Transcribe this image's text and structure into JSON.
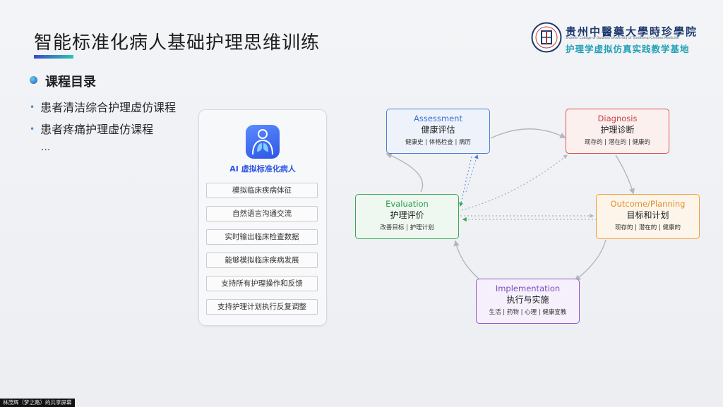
{
  "slide": {
    "title": "智能标准化病人基础护理思维训练",
    "accent_colors": [
      "#3a49c9",
      "#2cc3b8"
    ]
  },
  "logo": {
    "name_cn": "贵州中醫藥大學時珍學院",
    "name_en": "Shizhen College of Guizhou University of Traditional Chinese Medicine",
    "base_name": "护理学虚拟仿真实践教学基地",
    "icon": "college-seal-icon"
  },
  "toc": {
    "heading": "课程目录",
    "items": [
      "患者清洁综合护理虚仿课程",
      "患者疼痛护理虚仿课程"
    ],
    "more": "..."
  },
  "ai_panel": {
    "icon": "lungs-person-icon",
    "label": "AI 虚拟标准化病人",
    "features": [
      "模拟临床疾病体征",
      "自然语言沟通交流",
      "实时输出临床检查数据",
      "能够模拟临床疾病发展",
      "支持所有护理操作和反馈",
      "支持护理计划执行反复调整"
    ]
  },
  "process": {
    "assessment": {
      "en": "Assessment",
      "cn": "健康评估",
      "sub": "健康史 | 体格检查 | 病历",
      "color": "#4a7fd6"
    },
    "diagnosis": {
      "en": "Diagnosis",
      "cn": "护理诊断",
      "sub": "现存的 | 潜在的 | 健康的",
      "color": "#d9534f"
    },
    "planning": {
      "en": "Outcome/Planning",
      "cn": "目标和计划",
      "sub": "现存的 | 潜在的 | 健康的",
      "color": "#f0a03c"
    },
    "implementation": {
      "en": "Implementation",
      "cn": "执行与实施",
      "sub": "生活 | 药物 | 心理 | 健康宣教",
      "color": "#8e5cc9"
    },
    "evaluation": {
      "en": "Evaluation",
      "cn": "护理评价",
      "sub": "改善目标 | 护理计划",
      "color": "#3aa655"
    }
  },
  "footer": {
    "text": "林茂辉（梦之路）的共享屏幕"
  }
}
